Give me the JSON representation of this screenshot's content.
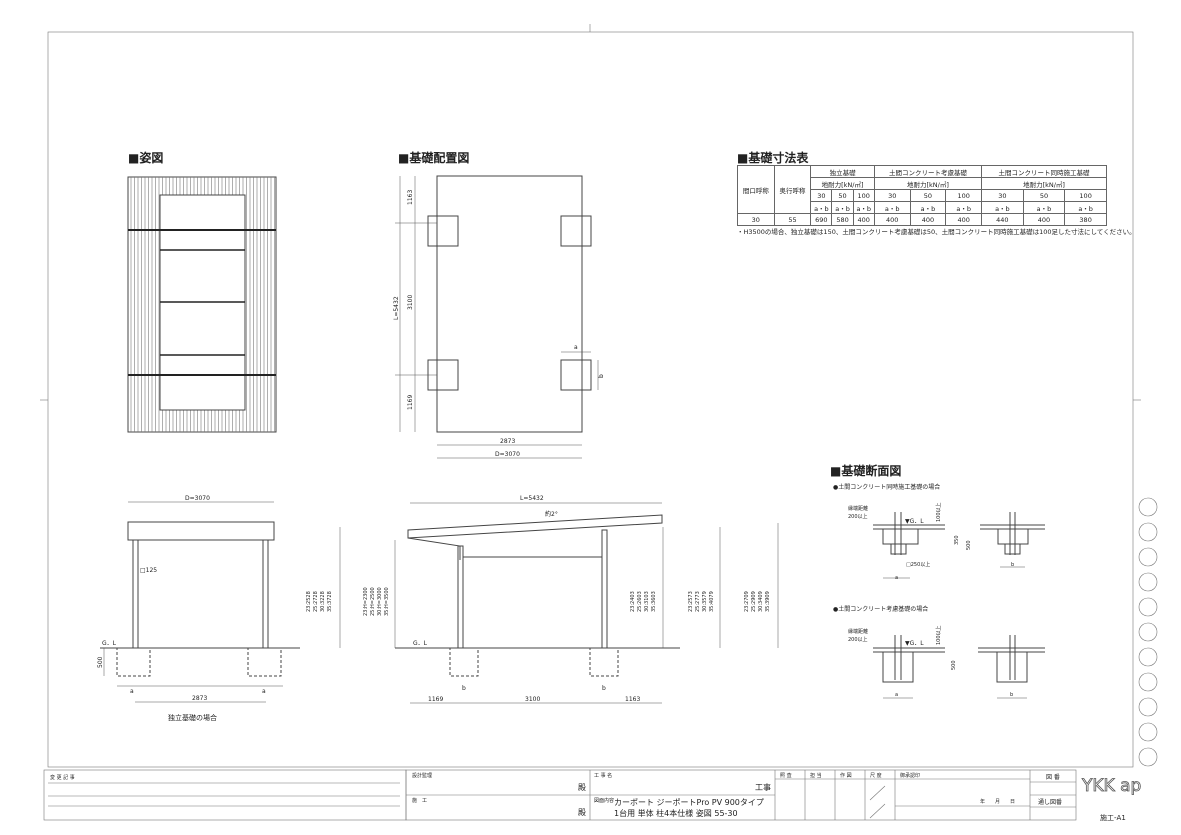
{
  "sections": {
    "pose": "■姿図",
    "plan": "■基礎配置図",
    "table": "■基礎寸法表",
    "section": "■基礎断面図"
  },
  "plan": {
    "d1": "1163",
    "d2": "3100",
    "d3": "1169",
    "L": "L=5432",
    "w": "2873",
    "D": "D=3070",
    "a": "a",
    "b": "b"
  },
  "front": {
    "D": "D=3070",
    "post": "□125",
    "gl": "G．L",
    "h500": "500",
    "a1": "a",
    "a2": "a",
    "w": "2873",
    "caption": "独立基礎の場合"
  },
  "side": {
    "L": "L=5432",
    "slope": "約2°",
    "gl": "G．L",
    "b1": "b",
    "b2": "b",
    "d1": "1169",
    "d2": "3100",
    "d3": "1163",
    "h_total": [
      "23:2528",
      "25:2728",
      "30:3228",
      "35:3728"
    ],
    "h_H": [
      "23:H=2300",
      "25:H=2500",
      "30:H=3000",
      "35:H=3500"
    ],
    "h_mid": [
      "23:2403",
      "25:2603",
      "30:3103",
      "35:3603"
    ],
    "h_front": [
      "23:2573",
      "25:2773",
      "30:3579",
      "35:4079"
    ],
    "h_right": [
      "23:2709",
      "25:2909",
      "30:3409",
      "35:3909"
    ]
  },
  "table": {
    "h_width": "間口呼称",
    "h_depth": "奥行呼称",
    "groups": [
      "独立基礎",
      "土間コンクリート考慮基礎",
      "土間コンクリート同時施工基礎"
    ],
    "bearing": "地耐力[kN/㎡]",
    "loads": [
      "30",
      "50",
      "100",
      "30",
      "50",
      "100",
      "30",
      "50",
      "100"
    ],
    "ab": "a・b",
    "row": {
      "width": "30",
      "depth": "55",
      "values": [
        "690",
        "580",
        "400",
        "400",
        "400",
        "400",
        "440",
        "400",
        "380"
      ]
    },
    "note": "・H3500の場合、独立基礎は150、土間コンクリート考慮基礎は50、土間コンクリート同時施工基礎は100足した寸法にしてください。"
  },
  "sectiondiag": {
    "case1": "●土間コンクリート同時施工基礎の場合",
    "case2": "●土間コンクリート考慮基礎の場合",
    "edge": "縁端距離",
    "edge2": "200以上",
    "gl": "▼G．L",
    "h100": "100以上",
    "h350": "350",
    "h500": "500",
    "sq": "□250以上",
    "a": "a",
    "b": "b"
  },
  "titleblock": {
    "changes": "変 更 記 事",
    "supervision": "設計監理",
    "construction": "施　工",
    "dono1": "殿",
    "dono2": "殿",
    "project": "工 事 名",
    "project_suffix": "工事",
    "content_label": "図面内容",
    "content1": "カーポート ジーポートPro PV 900タイプ",
    "content2": "1台用 単体 柱4本仕様 姿図 55-30",
    "cols": [
      "照 査",
      "担 当",
      "作 図",
      "尺 度"
    ],
    "approval": "御承認印",
    "date": "年　　月　　日",
    "drawing_no": "図 番",
    "serial_no": "通し図番",
    "logo": "YKK ap",
    "sheet": "施工-A1"
  }
}
